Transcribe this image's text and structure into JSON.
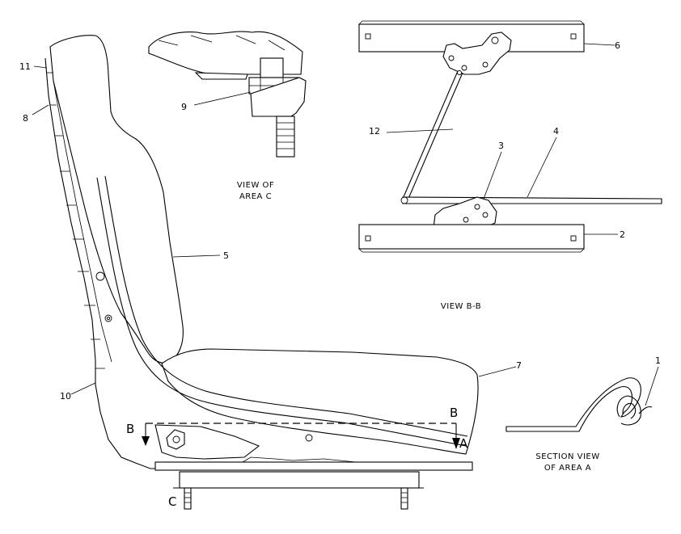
{
  "callouts": [
    "1",
    "2",
    "3",
    "4",
    "5",
    "6",
    "7",
    "8",
    "9",
    "10",
    "11",
    "12"
  ],
  "views": {
    "area_c_line1": "VIEW OF",
    "area_c_line2": "AREA C",
    "section_bb": "VIEW B-B",
    "area_a_line1": "SECTION VIEW",
    "area_a_line2": "OF AREA A"
  },
  "markers": {
    "b": "B",
    "a": "A",
    "c": "C"
  }
}
